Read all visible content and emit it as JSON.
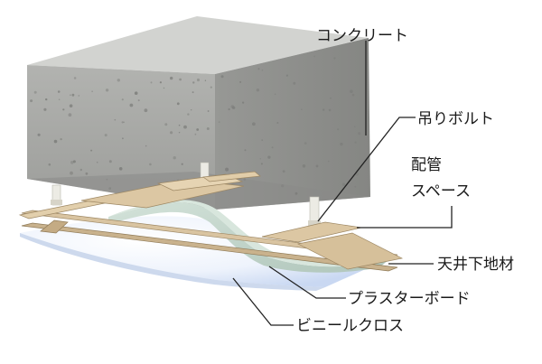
{
  "labels": {
    "concrete": "コンクリート",
    "hanger_bolt": "吊りボルト",
    "pipe_space_line1": "配管",
    "pipe_space_line2": "スペース",
    "ceiling_base": "天井下地材",
    "plasterboard": "プラスターボード",
    "vinyl_cloth": "ビニールクロス"
  },
  "colors": {
    "concrete_front": "#a9aaa7",
    "concrete_side": "#8f908e",
    "concrete_top": "#cfd0cd",
    "wood": "#d8c3a0",
    "plasterboard": "#c4d7cd",
    "vinyl_cloth": "#e6eefb",
    "bolt": "#e9e6dc"
  }
}
